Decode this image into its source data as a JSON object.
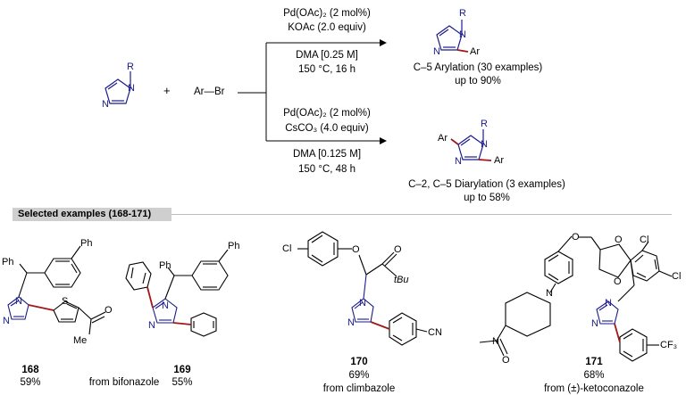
{
  "reactants": {
    "plus": "+",
    "aryl_bromide": "Ar—Br",
    "imidazole_r": "R"
  },
  "top_conditions": {
    "line1": "Pd(OAc)₂ (2 mol%)",
    "line2": "KOAc (2.0 equiv)",
    "line3": "DMA [0.25 M]",
    "line4": "150 °C, 16 h"
  },
  "bottom_conditions": {
    "line1": "Pd(OAc)₂ (2 mol%)",
    "line2": "CsCO₃ (4.0 equiv)",
    "line3": "DMA [0.125 M]",
    "line4": "150 °C, 48 h"
  },
  "top_product": {
    "r": "R",
    "ar": "Ar",
    "title": "C–5 Arylation (30 examples)",
    "yield": "up to 90%"
  },
  "bottom_product": {
    "r": "R",
    "ar_left": "Ar",
    "ar_right": "Ar",
    "title": "C–2, C–5 Diarylation (3 examples)",
    "yield": "up to 58%"
  },
  "section_header": "Selected examples (168-171)",
  "examples": [
    {
      "number": "168",
      "yield": "59%",
      "source": ""
    },
    {
      "number": "169",
      "yield": "55%",
      "source": ""
    },
    {
      "number": "170",
      "yield": "69%",
      "source": "from climbazole"
    },
    {
      "number": "171",
      "yield": "68%",
      "source": "from (±)-ketoconazole"
    }
  ],
  "shared_source": "from bifonazole",
  "atom_labels": {
    "N": "N",
    "O": "O",
    "S": "S",
    "Cl": "Cl",
    "Ph": "Ph",
    "Me": "Me",
    "tBu": "tBu",
    "CN": "CN",
    "CF3": "CF₃"
  },
  "colors": {
    "structure_blue": "#1a1a8c",
    "new_bond_red": "#a01818",
    "ink": "#000000",
    "header_gray": "#cfcfcf"
  }
}
